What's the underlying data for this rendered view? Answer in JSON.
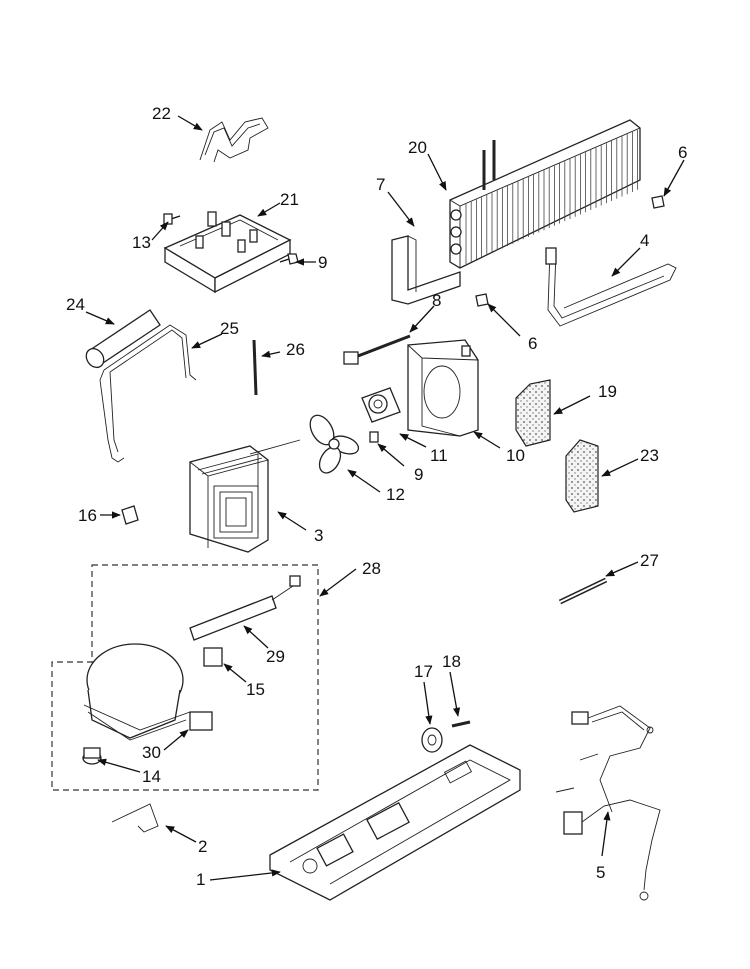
{
  "diagram": {
    "callouts": [
      "1",
      "2",
      "3",
      "4",
      "5",
      "6",
      "6",
      "7",
      "8",
      "9",
      "9",
      "10",
      "11",
      "12",
      "13",
      "14",
      "15",
      "16",
      "17",
      "18",
      "19",
      "20",
      "21",
      "22",
      "23",
      "24",
      "25",
      "26",
      "27",
      "28",
      "29",
      "30"
    ]
  }
}
